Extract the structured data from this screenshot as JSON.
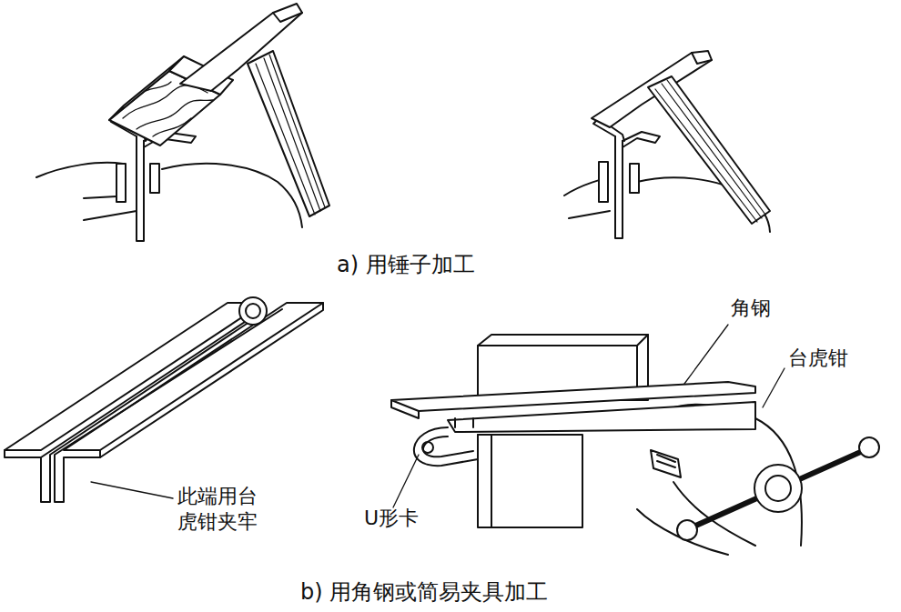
{
  "diagram": {
    "labels": [
      "a) 用锤子加工",
      "角钢",
      "台虎钳",
      "此端用台 虎钳夹牢",
      "U形卡",
      "b) 用角钢或简易夹具加工"
    ]
  }
}
